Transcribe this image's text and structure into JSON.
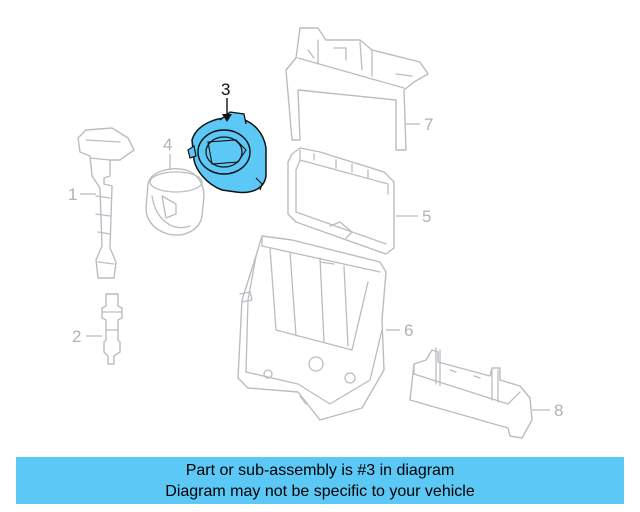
{
  "diagram": {
    "callouts": {
      "c1": "1",
      "c2": "2",
      "c3": "3",
      "c4": "4",
      "c5": "5",
      "c6": "6",
      "c7": "7",
      "c8": "8"
    },
    "highlighted_part": "3",
    "highlight_color": "#5bc8f5",
    "part_line_color": "#b9bdc2"
  },
  "banner": {
    "line1": "Part or sub-assembly is #3 in diagram",
    "line2": "Diagram may not be specific to your vehicle",
    "background": "#5bc8f5"
  }
}
